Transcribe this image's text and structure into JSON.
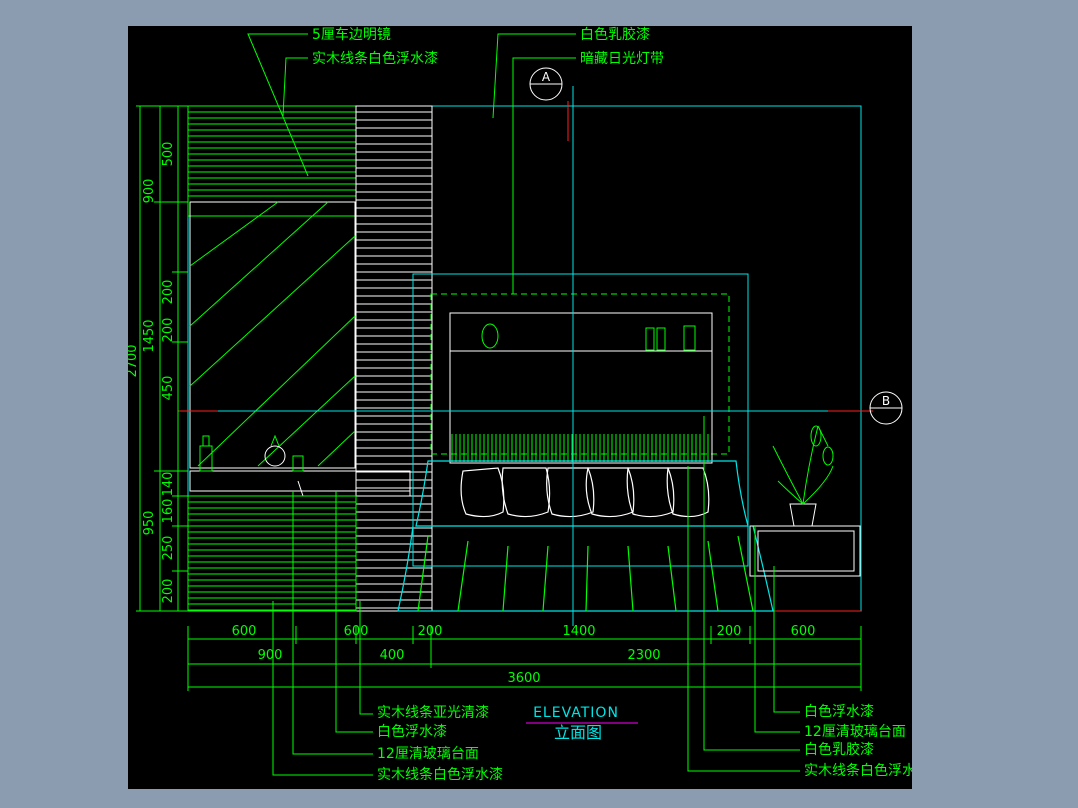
{
  "colors": {
    "background": "#000000",
    "frame": "#8b9bb0",
    "line_cyan": "#00e5e5",
    "line_green": "#00ff00",
    "line_white": "#ffffff",
    "line_red": "#ff2020",
    "line_magenta": "#ff00ff"
  },
  "annotations_top": [
    "5厘车边明镜",
    "实木线条白色浮水漆",
    "白色乳胶漆",
    "暗藏日光灯带"
  ],
  "annotations_bottom_left": [
    "实木线条亚光清漆",
    "白色浮水漆",
    "12厘清玻璃台面",
    "实木线条白色浮水漆"
  ],
  "annotations_bottom_right": [
    "白色浮水漆",
    "12厘清玻璃台面",
    "白色乳胶漆",
    "实木线条白色浮水漆"
  ],
  "section_markers": {
    "a": "A",
    "b": "B"
  },
  "title": {
    "en": "ELEVATION",
    "zh": "立面图"
  },
  "dims_left_outer": "2700",
  "dims_left_mid": [
    "900",
    "1450",
    "950"
  ],
  "dims_left_inner": [
    "500",
    "200",
    "200",
    "450",
    "140",
    "160",
    "250",
    "200"
  ],
  "dims_bottom_row1": [
    "600",
    "600",
    "200",
    "1400",
    "200",
    "600"
  ],
  "dims_bottom_row2": [
    "900",
    "400",
    "2300"
  ],
  "dims_bottom_row3": "3600"
}
